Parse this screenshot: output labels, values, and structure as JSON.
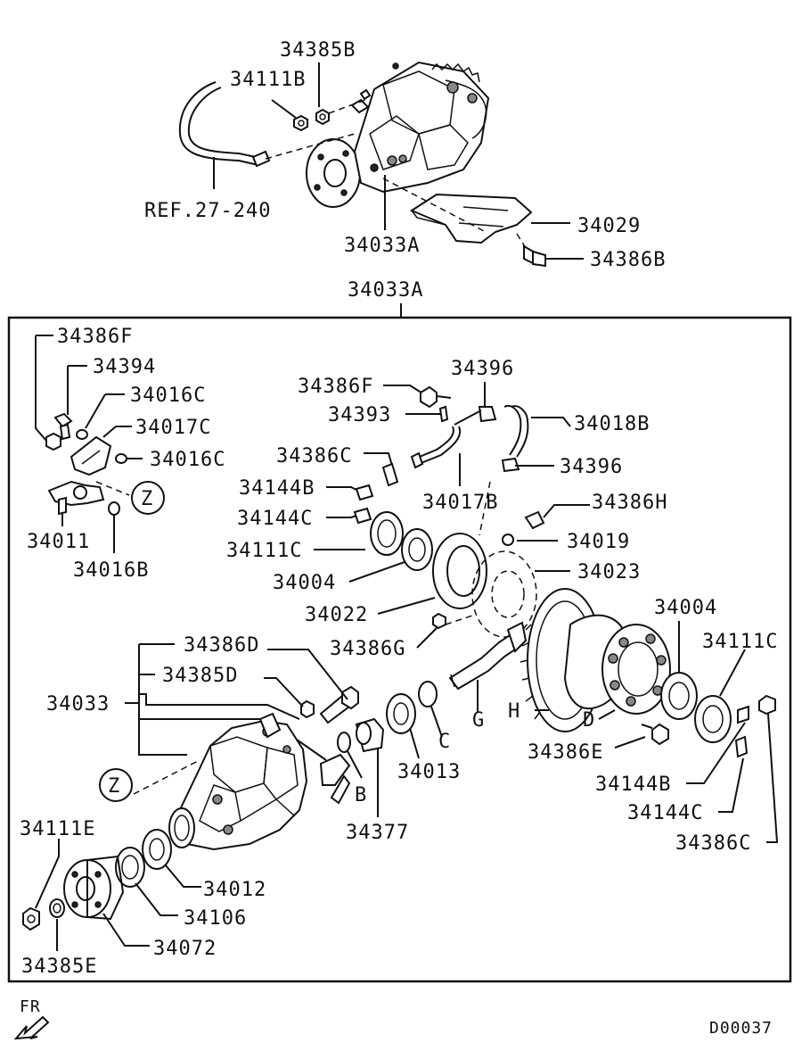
{
  "labels": {
    "p34385B": "34385B",
    "p34111B": "34111B",
    "ref": "REF.27-240",
    "p34029": "34029",
    "p34033A_top": "34033A",
    "p34386B": "34386B",
    "p34033A_box": "34033A",
    "p34386F_left": "34386F",
    "p34394": "34394",
    "p34016C_1": "34016C",
    "p34017C": "34017C",
    "p34016C_2": "34016C",
    "p34011": "34011",
    "p34016B": "34016B",
    "zoneZ_1": "Z",
    "p34396_top": "34396",
    "p34386F_mid": "34386F",
    "p34393": "34393",
    "p34018B": "34018B",
    "p34386C_mid": "34386C",
    "p34396_mid": "34396",
    "p34144B_mid": "34144B",
    "p34017B": "34017B",
    "p34386H": "34386H",
    "p34144C_mid": "34144C",
    "p34019": "34019",
    "p34111C_mid": "34111C",
    "p34004_mid": "34004",
    "p34023": "34023",
    "p34022": "34022",
    "p34004_right": "34004",
    "p34386G": "34386G",
    "p34111C_right": "34111C",
    "p34386D": "34386D",
    "p34385D": "34385D",
    "p34033": "34033",
    "letter_C": "C",
    "letter_G": "G",
    "letter_H": "H",
    "letter_D": "D",
    "p34013": "34013",
    "p34386E": "34386E",
    "zoneZ_2": "Z",
    "letter_B": "B",
    "p34144B_right": "34144B",
    "p34377": "34377",
    "p34144C_right": "34144C",
    "p34111E": "34111E",
    "p34386C_right": "34386C",
    "p34012": "34012",
    "p34106": "34106",
    "p34072": "34072",
    "p34385E": "34385E",
    "fr": "FR",
    "code": "D00037"
  }
}
